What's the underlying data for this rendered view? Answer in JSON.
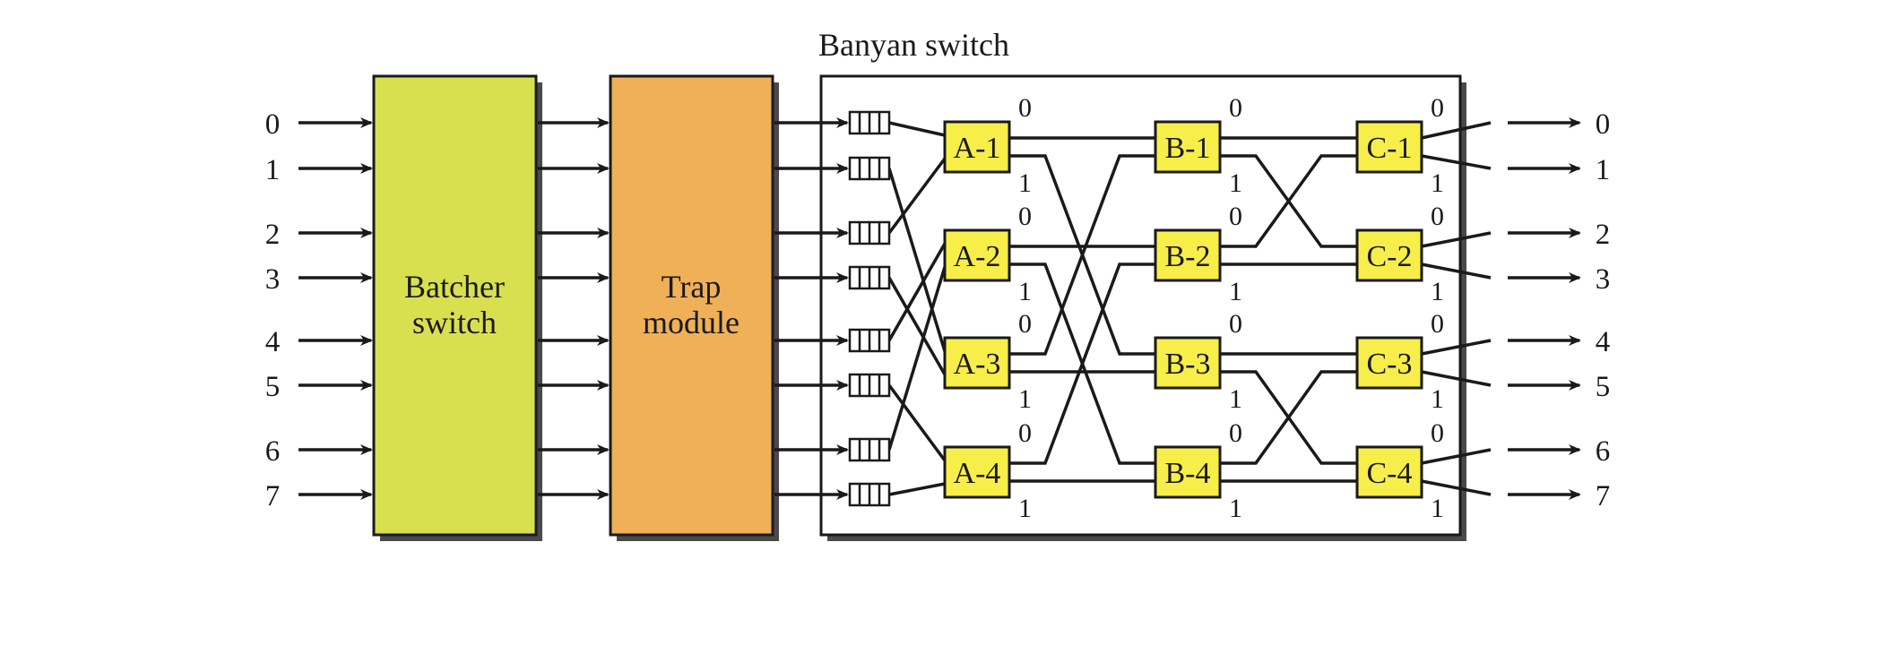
{
  "banyan": {
    "title": "Banyan switch"
  },
  "batcher": {
    "line1": "Batcher",
    "line2": "switch"
  },
  "trap": {
    "line1": "Trap",
    "line2": "module"
  },
  "inputs": [
    "0",
    "1",
    "2",
    "3",
    "4",
    "5",
    "6",
    "7"
  ],
  "outputs": [
    "0",
    "1",
    "2",
    "3",
    "4",
    "5",
    "6",
    "7"
  ],
  "stage_a": [
    "A-1",
    "A-2",
    "A-3",
    "A-4"
  ],
  "stage_b": [
    "B-1",
    "B-2",
    "B-3",
    "B-4"
  ],
  "stage_c": [
    "C-1",
    "C-2",
    "C-3",
    "C-4"
  ],
  "bit_labels": {
    "upper": "0",
    "lower": "1"
  },
  "colors": {
    "batcher_fill": "#d9e04f",
    "trap_fill": "#efb057",
    "switch_fill": "#f8ee4a",
    "shadow": "#4a4a4a",
    "line": "#1a1a1a"
  }
}
